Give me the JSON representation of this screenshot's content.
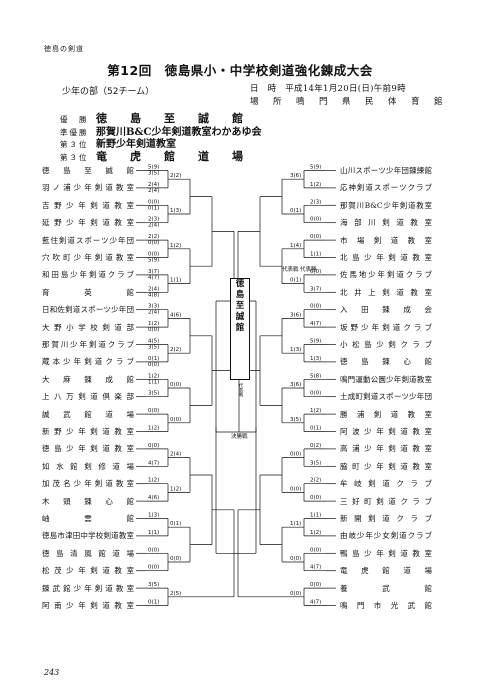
{
  "header": {
    "section": "徳島の剣道",
    "title": "第12回　徳島県小・中学校剣道強化錬成大会",
    "division": "少年の部（52チーム）",
    "date": "日　時　平成14年1月20日(日)午前9時",
    "venue": "場　所　鳴　門　県　民　体　育　館"
  },
  "rankings": [
    {
      "label": "優　勝",
      "name": "徳　島　至　誠　館"
    },
    {
      "label": "準優勝",
      "name": "那賀川B&C少年剣道教室わかあゆ会"
    },
    {
      "label": "第３位",
      "name": "新野少年剣道教室"
    },
    {
      "label": "第３位",
      "name": "竜　虎　館　道　場"
    }
  ],
  "left_teams": [
    "徳島至誠館",
    "羽ノ浦少年剣道教室",
    "吉野少年剣道教室",
    "延野少年剣道教室",
    "藍住剣道スポーツ少年団",
    "穴吹町少年剣道教室",
    "和田島少年剣道クラブ",
    "育英館",
    "日和佐剣道スポーツ少年団",
    "大野小学校剣道部",
    "那賀川少年剣道クラブ",
    "蔵本少年剣道クラブ",
    "大麻錬成館",
    "上八万剣道倶楽部",
    "誠武館道場",
    "新野少年剣道教室",
    "徳島少年剣道教室",
    "如水館剣修道場",
    "加茂名少年剣道教室",
    "木頭錬心館",
    "岫雲館",
    "徳島市津田中学校剣道教室",
    "徳島清風館道場",
    "松茂少年剣道教室",
    "錬武館少年剣道教室",
    "阿南少年剣道教室"
  ],
  "right_teams": [
    "山川スポーツ少年団錬練館",
    "応神剣道スポーツクラブ",
    "那賀川B&C少年剣道教室",
    "海部川剣道教室",
    "市場剣道教室",
    "北島少年剣道教室",
    "佐馬地少年剣道クラブ",
    "北井上剣道教室",
    "入田錬成会",
    "坂野少年剣道クラブ",
    "小松島少剣クラブ",
    "徳島錬心館",
    "鳴門運動公園少年剣道教室",
    "土成町剣道スポーツ少年団",
    "勝浦剣道教室",
    "阿波少年剣道教室",
    "高浦少年剣道教室",
    "脇町少年剣道教室",
    "牟岐剣道クラブ",
    "三好町剣道クラブ",
    "新開剣道クラブ",
    "由岐少年少女剣道クラブ",
    "鴨島少年剣道教室",
    "竜虎館道場",
    "養武館",
    "鳴門市光武館"
  ],
  "scores": [
    "5(9)",
    "2(4)",
    "0(0)",
    "2(3)",
    "2(2)",
    "0(0)",
    "3(7)",
    "2(4)",
    "3(3)",
    "1(2)",
    "4(5)",
    "0(1)",
    "1(2)",
    "3(5)",
    "0(0)",
    "1(2)",
    "0(0)",
    "4(7)",
    "1(2)",
    "4(6)",
    "1(3)",
    "1(1)",
    "0(0)",
    "0(0)",
    "3(5)",
    "0(1)",
    "2(2)",
    "1(3)",
    "1(2)",
    "1(1)",
    "4(6)",
    "2(2)",
    "0(0)",
    "0(0)",
    "2(4)",
    "1(2)",
    "0(1)",
    "0(0)",
    "2(5)",
    "5(9)",
    "1(2)",
    "2(3)",
    "0(0)",
    "0(0)",
    "1(1)",
    "0(0)",
    "3(7)",
    "0(0)",
    "4(7)",
    "5(9)",
    "1(3)",
    "5(8)",
    "0(0)",
    "1(2)",
    "0(1)",
    "0(2)",
    "3(5)",
    "2(2)",
    "0(0)",
    "1(1)",
    "1(2)",
    "0(0)",
    "4(7)",
    "0(0)",
    "4(7)",
    "3(6)",
    "0(1)",
    "1(4)",
    "0(1)",
    "3(6)",
    "1(3)",
    "3(6)",
    "3(5)",
    "0(0)",
    "0(0)",
    "1(1)",
    "0(0)",
    "0(0)",
    "3(5)",
    "2(4)",
    "0(1)",
    "2(4)",
    "0(0)",
    "5(9)",
    "4(7)",
    "4(8)",
    "2(4)",
    "0(0)",
    "3(5)",
    "0(0)",
    "1(1)"
  ],
  "bracket_notes": {
    "champion": "徳島至誠館",
    "champion_note": "代表戦",
    "final": "決勝戦",
    "rep_bout_1": "代表戦",
    "rep_bout_2": "代表勝"
  },
  "page_number": "243"
}
